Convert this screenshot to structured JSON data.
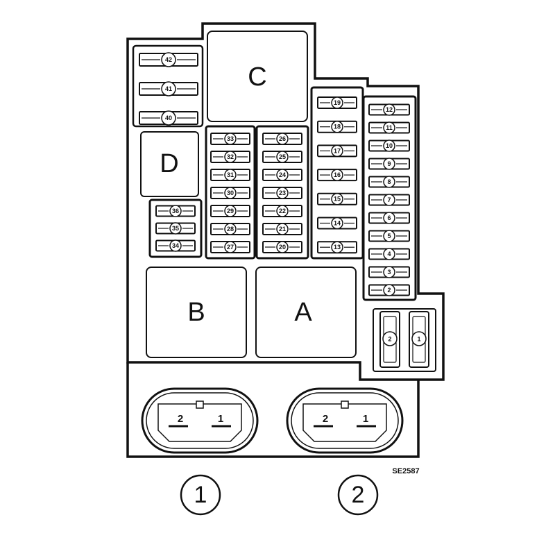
{
  "relays": {
    "A": "A",
    "B": "B",
    "C": "C",
    "D": "D"
  },
  "fuse_blocks": {
    "top_left": [
      "42",
      "41",
      "40"
    ],
    "small": [
      "36",
      "35",
      "34"
    ],
    "middle_left": [
      "33",
      "32",
      "31",
      "30",
      "29",
      "28",
      "27"
    ],
    "middle_right": [
      "26",
      "25",
      "24",
      "23",
      "22",
      "21",
      "20"
    ],
    "right": [
      "19",
      "18",
      "17",
      "16",
      "15",
      "14",
      "13"
    ],
    "far_right": [
      "12",
      "11",
      "10",
      "9",
      "8",
      "7",
      "6",
      "5",
      "4",
      "3",
      "2"
    ]
  },
  "maxi_fuses": [
    "2",
    "1"
  ],
  "connectors": [
    {
      "pins": [
        "2",
        "1"
      ]
    },
    {
      "pins": [
        "2",
        "1"
      ]
    }
  ],
  "callouts": [
    "1",
    "2"
  ],
  "reference_code": "SE2587"
}
